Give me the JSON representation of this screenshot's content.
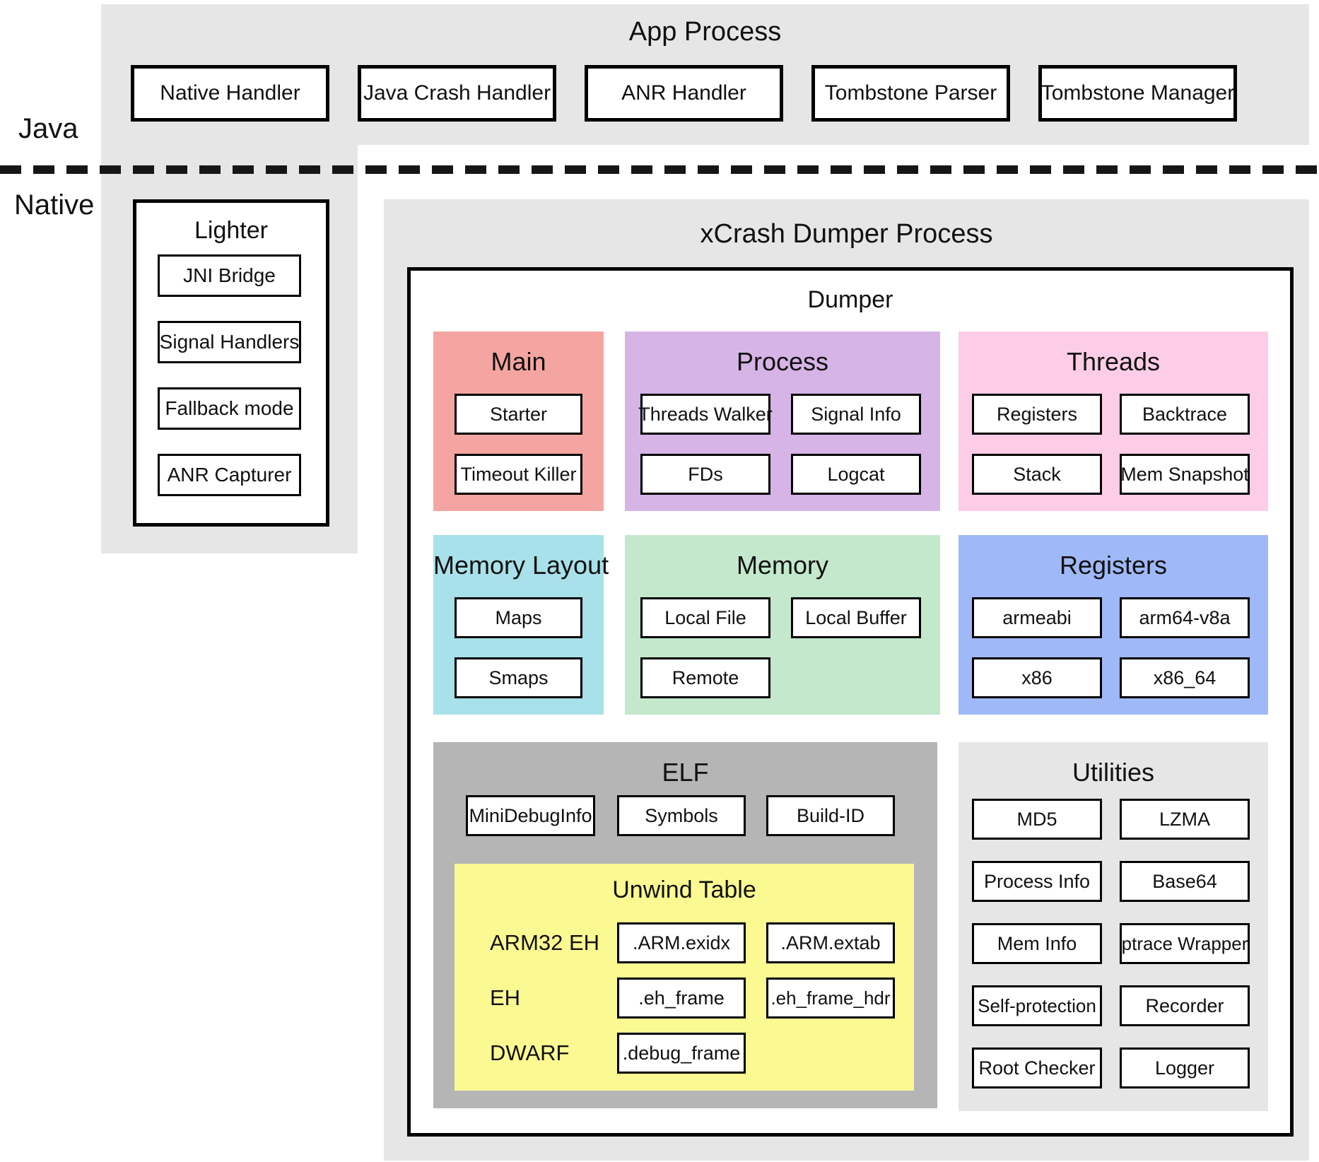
{
  "labels": {
    "java": "Java",
    "native": "Native"
  },
  "colors": {
    "background_gray": "#e6e6e6",
    "main": "#f5a5a1",
    "process": "#d6b4e6",
    "threads": "#fdcde7",
    "memory_layout": "#a8e1e9",
    "memory": "#c3e8cc",
    "registers": "#9fb8f7",
    "elf": "#b5b5b5",
    "unwind_table": "#fbf992",
    "utilities": "#e6e6e6",
    "border": "#000000"
  },
  "app_process": {
    "title": "App Process",
    "boxes": [
      "Native Handler",
      "Java Crash Handler",
      "ANR Handler",
      "Tombstone Parser",
      "Tombstone Manager"
    ]
  },
  "lighter": {
    "title": "Lighter",
    "boxes": [
      "JNI Bridge",
      "Signal Handlers",
      "Fallback mode",
      "ANR Capturer"
    ]
  },
  "dumper_process": {
    "title": "xCrash Dumper Process",
    "dumper": {
      "title": "Dumper",
      "main": {
        "title": "Main",
        "boxes": [
          "Starter",
          "Timeout Killer"
        ]
      },
      "process": {
        "title": "Process",
        "boxes": [
          "Threads Walker",
          "Signal Info",
          "FDs",
          "Logcat"
        ]
      },
      "threads": {
        "title": "Threads",
        "boxes": [
          "Registers",
          "Backtrace",
          "Stack",
          "Mem Snapshot"
        ]
      },
      "memory_layout": {
        "title": "Memory Layout",
        "boxes": [
          "Maps",
          "Smaps"
        ]
      },
      "memory": {
        "title": "Memory",
        "boxes": [
          "Local File",
          "Local Buffer",
          "Remote"
        ]
      },
      "registers": {
        "title": "Registers",
        "boxes": [
          "armeabi",
          "arm64-v8a",
          "x86",
          "x86_64"
        ]
      },
      "elf": {
        "title": "ELF",
        "boxes": [
          "MiniDebugInfo",
          "Symbols",
          "Build-ID"
        ],
        "unwind_table": {
          "title": "Unwind Table",
          "rows": [
            {
              "label": "ARM32 EH",
              "boxes": [
                ".ARM.exidx",
                ".ARM.extab"
              ]
            },
            {
              "label": "EH",
              "boxes": [
                ".eh_frame",
                ".eh_frame_hdr"
              ]
            },
            {
              "label": "DWARF",
              "boxes": [
                ".debug_frame"
              ]
            }
          ]
        }
      },
      "utilities": {
        "title": "Utilities",
        "boxes": [
          "MD5",
          "LZMA",
          "Process Info",
          "Base64",
          "Mem Info",
          "ptrace Wrapper",
          "Self-protection",
          "Recorder",
          "Root Checker",
          "Logger"
        ]
      }
    }
  }
}
